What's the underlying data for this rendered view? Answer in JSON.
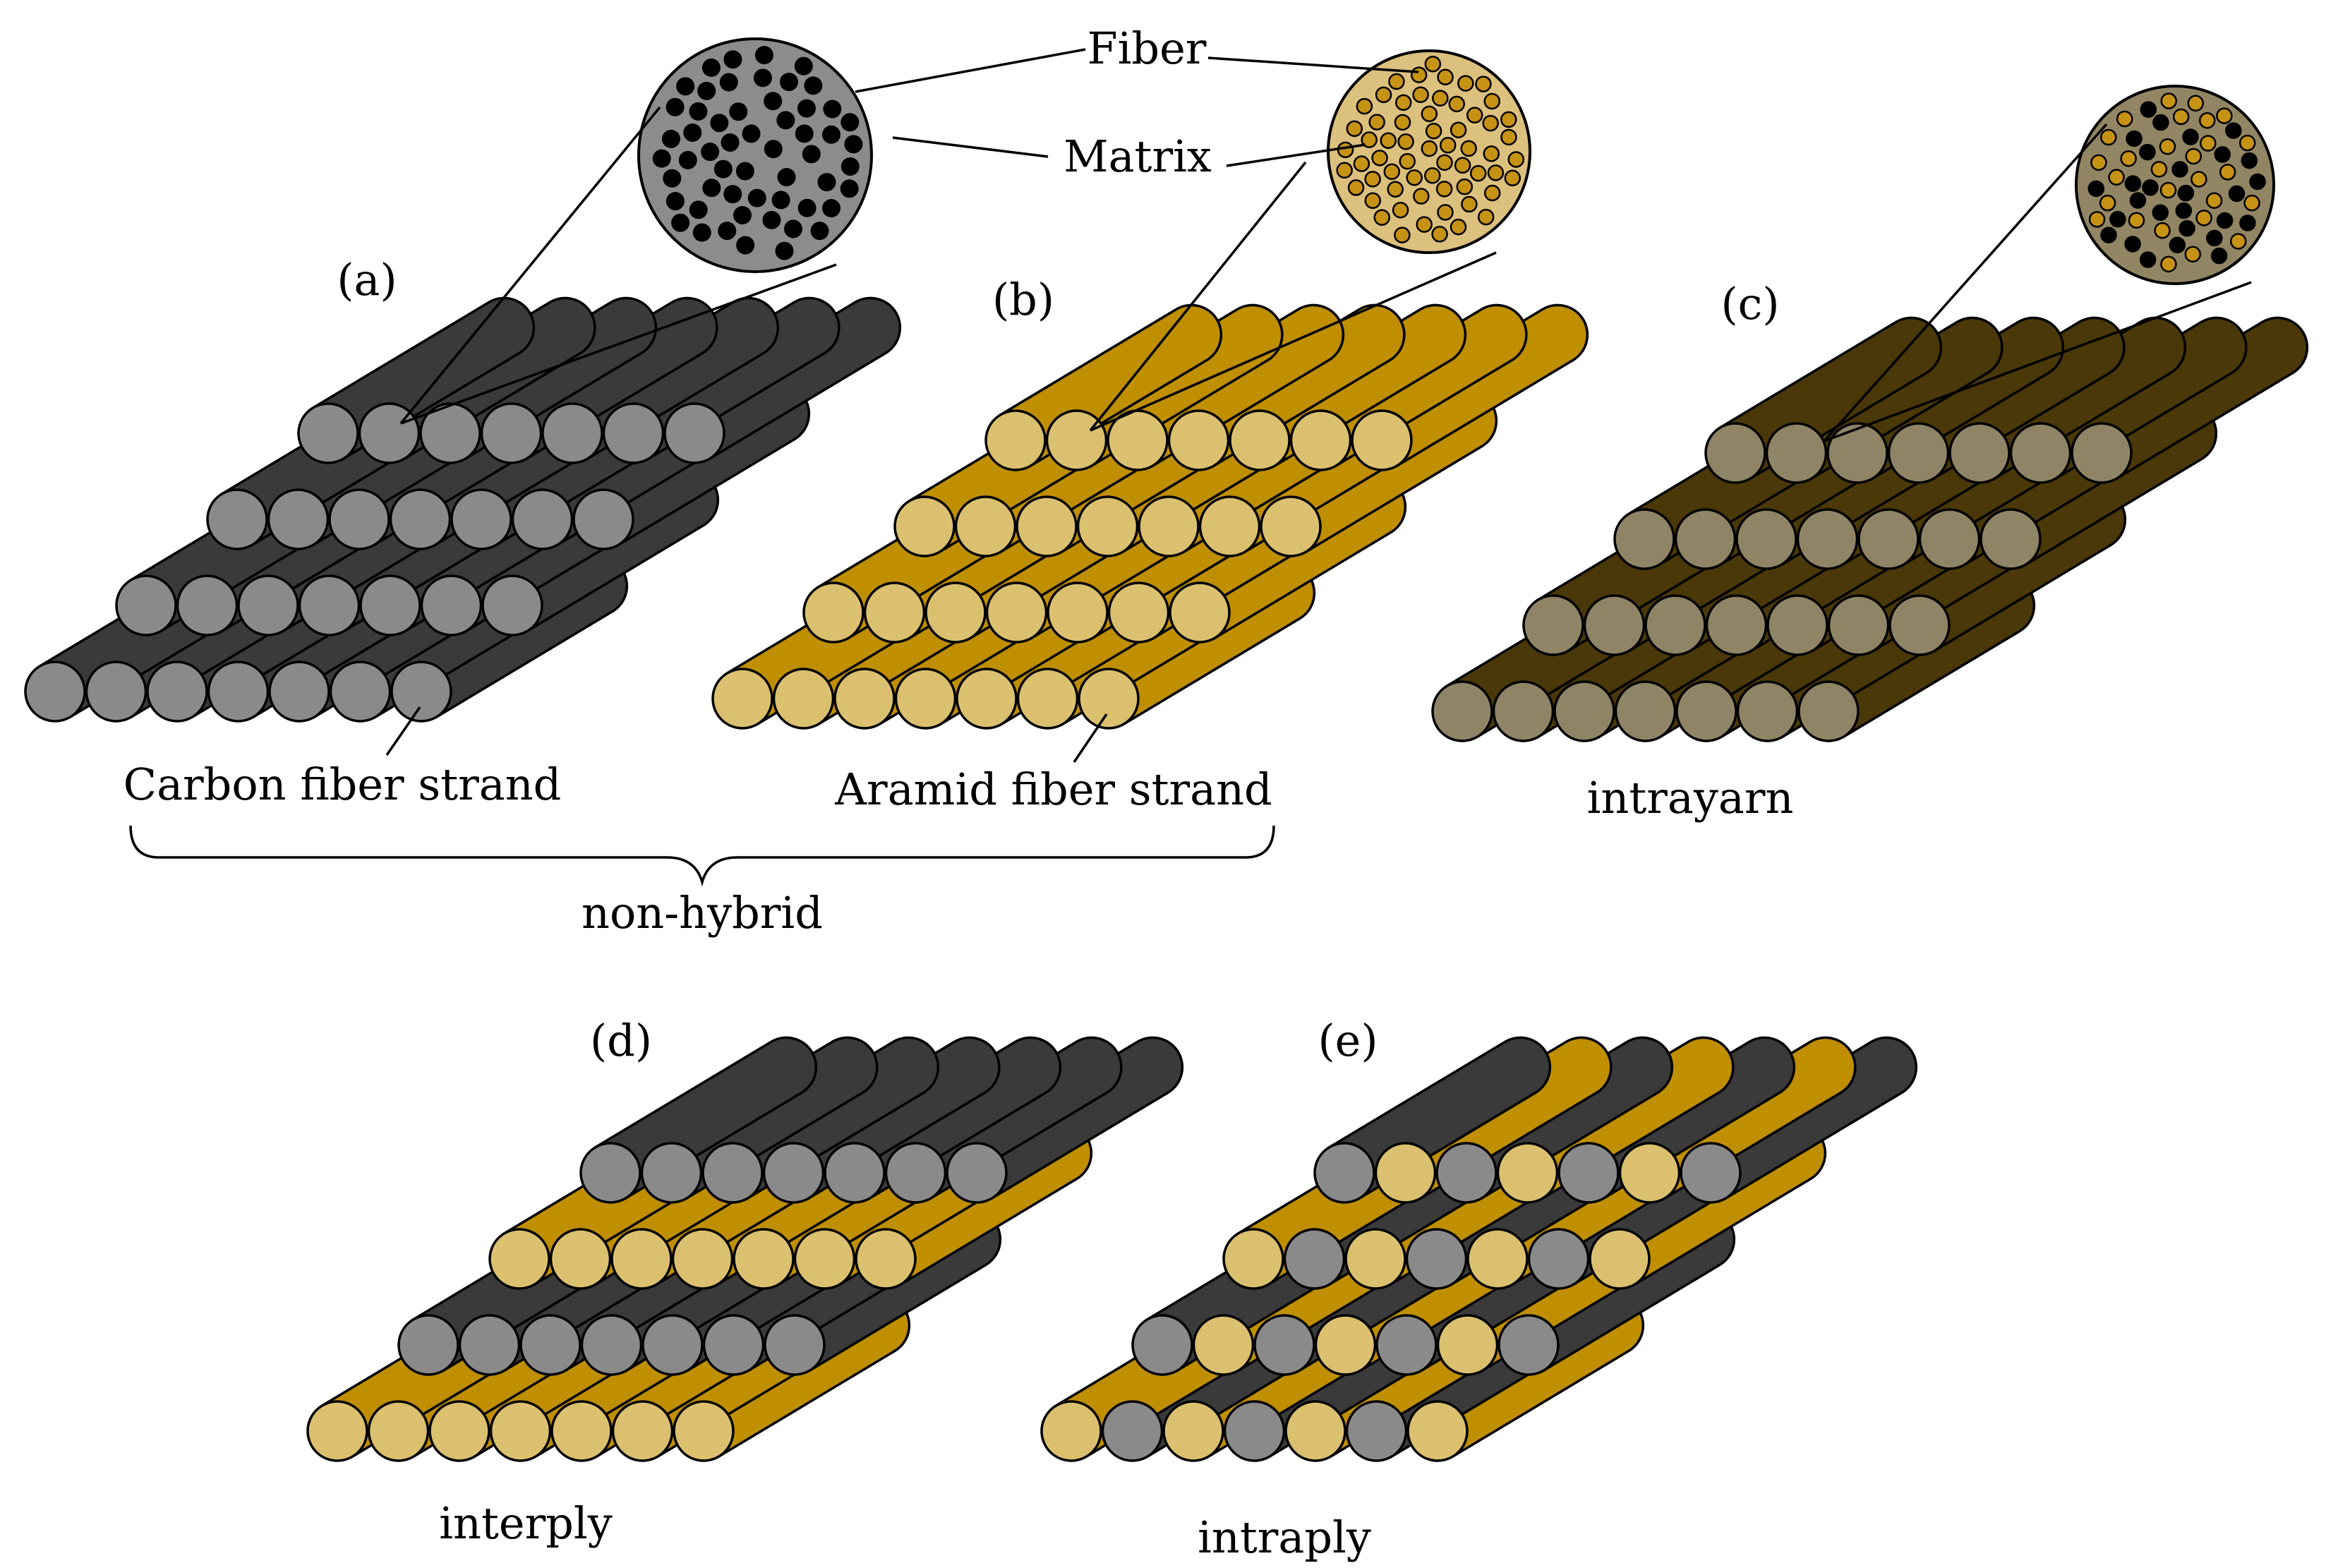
{
  "labels": {
    "a": "(a)",
    "b": "(b)",
    "c": "(c)",
    "d": "(d)",
    "e": "(e)",
    "fiber": "Fiber",
    "matrix": "Matrix",
    "carbon_strand": "Carbon fiber strand",
    "aramid_strand": "Aramid fiber strand",
    "non_hybrid": "non-hybrid",
    "intrayarn": "intrayarn",
    "interply": "interply",
    "intraply": "intraply"
  },
  "colors": {
    "carbon_body": "#3a3a3a",
    "carbon_face": "#8a8a8a",
    "aramid_body": "#bf8f00",
    "aramid_face": "#dbc070",
    "hybrid_body": "#4a3808",
    "hybrid_face": "#8f8466",
    "carbon_matrix": "#8c8c8c",
    "aramid_matrix": "#dcc07e",
    "hybrid_matrix": "#918563",
    "carbon_dot": "#000000",
    "aramid_dot": "#c69214"
  },
  "stacks": [
    {
      "id": "a",
      "layers": [
        [
          "carbon"
        ],
        [
          "carbon"
        ],
        [
          "carbon"
        ],
        [
          "carbon"
        ]
      ]
    },
    {
      "id": "b",
      "layers": [
        [
          "aramid"
        ],
        [
          "aramid"
        ],
        [
          "aramid"
        ],
        [
          "aramid"
        ]
      ]
    },
    {
      "id": "c",
      "layers": [
        [
          "hybrid"
        ],
        [
          "hybrid"
        ],
        [
          "hybrid"
        ],
        [
          "hybrid"
        ]
      ]
    },
    {
      "id": "d",
      "layers": [
        [
          "aramid"
        ],
        [
          "carbon"
        ],
        [
          "aramid"
        ],
        [
          "carbon"
        ]
      ]
    },
    {
      "id": "e",
      "layers": [
        [
          "aramid",
          "carbon"
        ],
        [
          "carbon",
          "aramid"
        ],
        [
          "aramid",
          "carbon"
        ],
        [
          "carbon",
          "aramid"
        ]
      ]
    }
  ],
  "magnifiers": [
    {
      "id": "a",
      "matrix": "carbon",
      "dots": "carbon"
    },
    {
      "id": "b",
      "matrix": "aramid",
      "dots": "aramid"
    },
    {
      "id": "c",
      "matrix": "hybrid",
      "dots": "mixed"
    }
  ]
}
